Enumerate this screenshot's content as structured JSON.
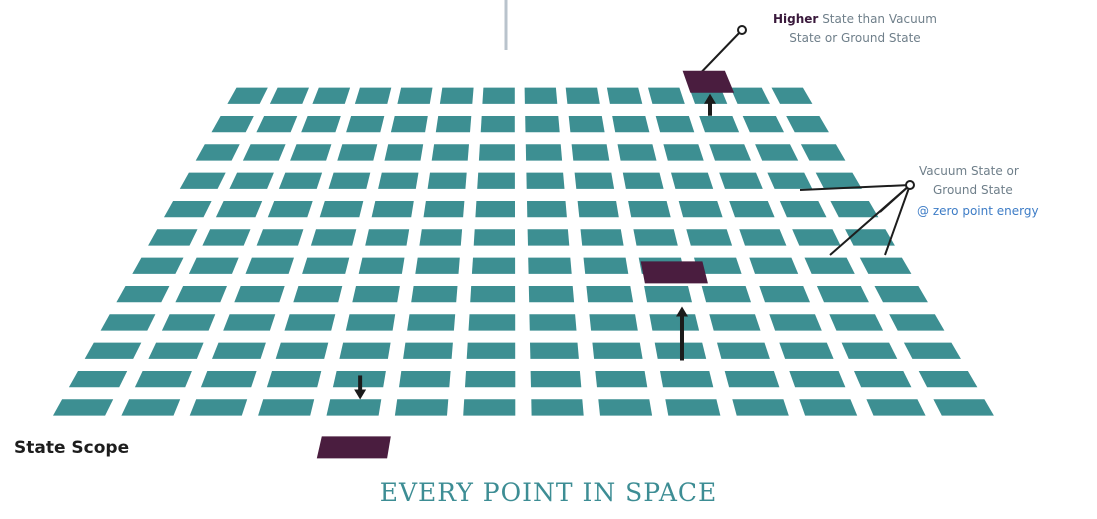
{
  "colors": {
    "cell": "#3d8f92",
    "raised": "#4a1d3f",
    "arrow": "#1b1b1b",
    "blue_text": "#3d7cc6",
    "title": "#3d8d94"
  },
  "labels": {
    "higher_bold": "Higher",
    "higher_rest": "State than Vacuum",
    "higher_line2": "State or Ground State",
    "vacuum_line1": "Vacuum State or",
    "vacuum_line2": "Ground State",
    "vacuum_line3": "@ zero point energy",
    "state_scope": "State Scope",
    "every_point": "EVERY POINT IN SPACE"
  },
  "grid": {
    "rows": 12,
    "cols": 14
  },
  "highlights": [
    {
      "name": "higher-state-cell",
      "row": 0,
      "col": 11,
      "direction": "up"
    },
    {
      "name": "raised-cell-middle",
      "row": 8,
      "col": 9,
      "direction": "up"
    },
    {
      "name": "lowered-cell",
      "row": 11,
      "col": 4,
      "direction": "down"
    }
  ]
}
